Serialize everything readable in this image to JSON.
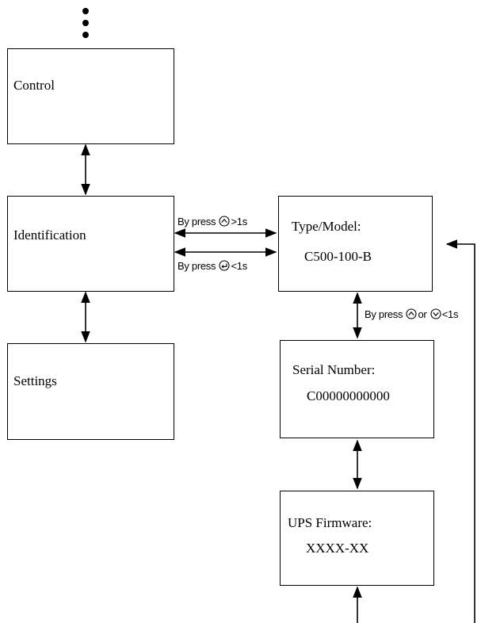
{
  "menu": {
    "control": "Control",
    "identification": "Identification",
    "settings": "Settings"
  },
  "detail": {
    "type_model_label": "Type/Model:",
    "type_model_value": "C500-100-B",
    "serial_label": "Serial Number:",
    "serial_value": "C00000000000",
    "firmware_label": "UPS Firmware:",
    "firmware_value": "XXXX-XX"
  },
  "annotations": {
    "enter_prefix": "By press",
    "enter_suffix": ">1s",
    "exit_prefix": "By press",
    "exit_suffix": "<1s",
    "scroll_prefix": "By press",
    "scroll_or": "or",
    "scroll_suffix": "<1s"
  },
  "icons": {
    "up": "up-button-icon",
    "enter": "enter-button-icon",
    "down": "down-button-icon"
  }
}
